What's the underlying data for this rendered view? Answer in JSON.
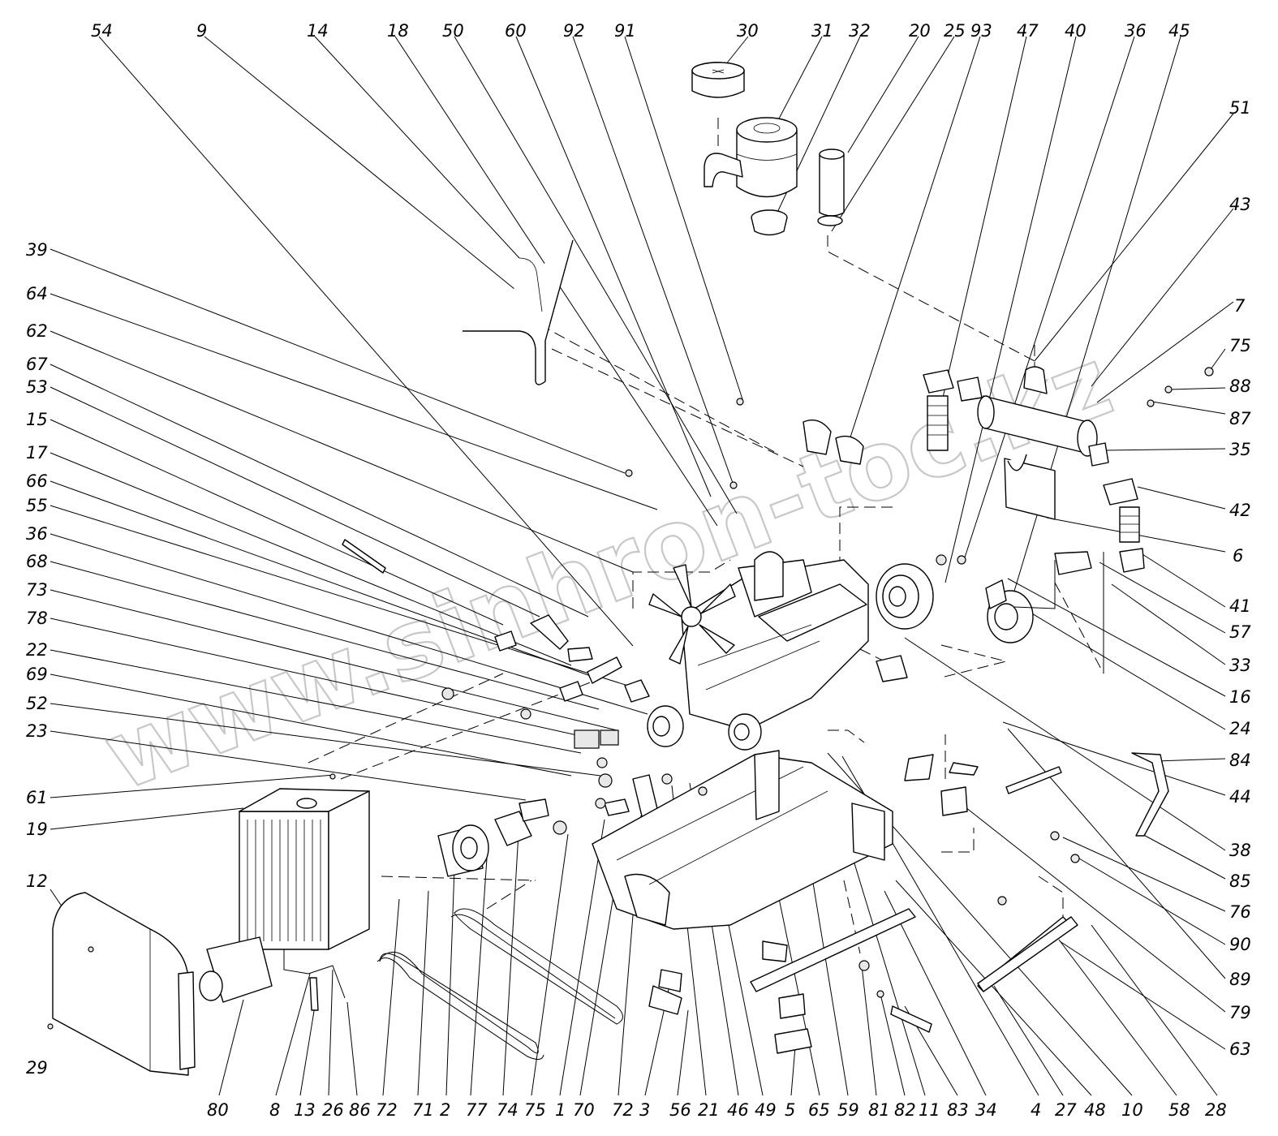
{
  "watermark": "www.sinhron-toc.kz",
  "callouts_top": [
    "54",
    "9",
    "14",
    "18",
    "50",
    "60",
    "92",
    "91",
    "30",
    "31",
    "32",
    "20",
    "25",
    "93",
    "47",
    "40",
    "36",
    "45"
  ],
  "callouts_left": [
    "39",
    "64",
    "62",
    "67",
    "53",
    "15",
    "17",
    "66",
    "55",
    "36",
    "68",
    "73",
    "78",
    "22",
    "69",
    "52",
    "23",
    "61",
    "19",
    "12",
    "29"
  ],
  "callouts_right": [
    "51",
    "43",
    "7",
    "75",
    "88",
    "87",
    "35",
    "42",
    "6",
    "41",
    "57",
    "33",
    "16",
    "24",
    "84",
    "44",
    "38",
    "85",
    "76",
    "90",
    "89",
    "79",
    "63"
  ],
  "callouts_bottom": [
    "80",
    "8",
    "13",
    "26",
    "86",
    "72",
    "71",
    "2",
    "77",
    "74",
    "75",
    "1",
    "70",
    "72",
    "3",
    "56",
    "21",
    "46",
    "49",
    "5",
    "65",
    "59",
    "81",
    "82",
    "11",
    "83",
    "34",
    "4",
    "27",
    "48",
    "10",
    "58",
    "28"
  ]
}
